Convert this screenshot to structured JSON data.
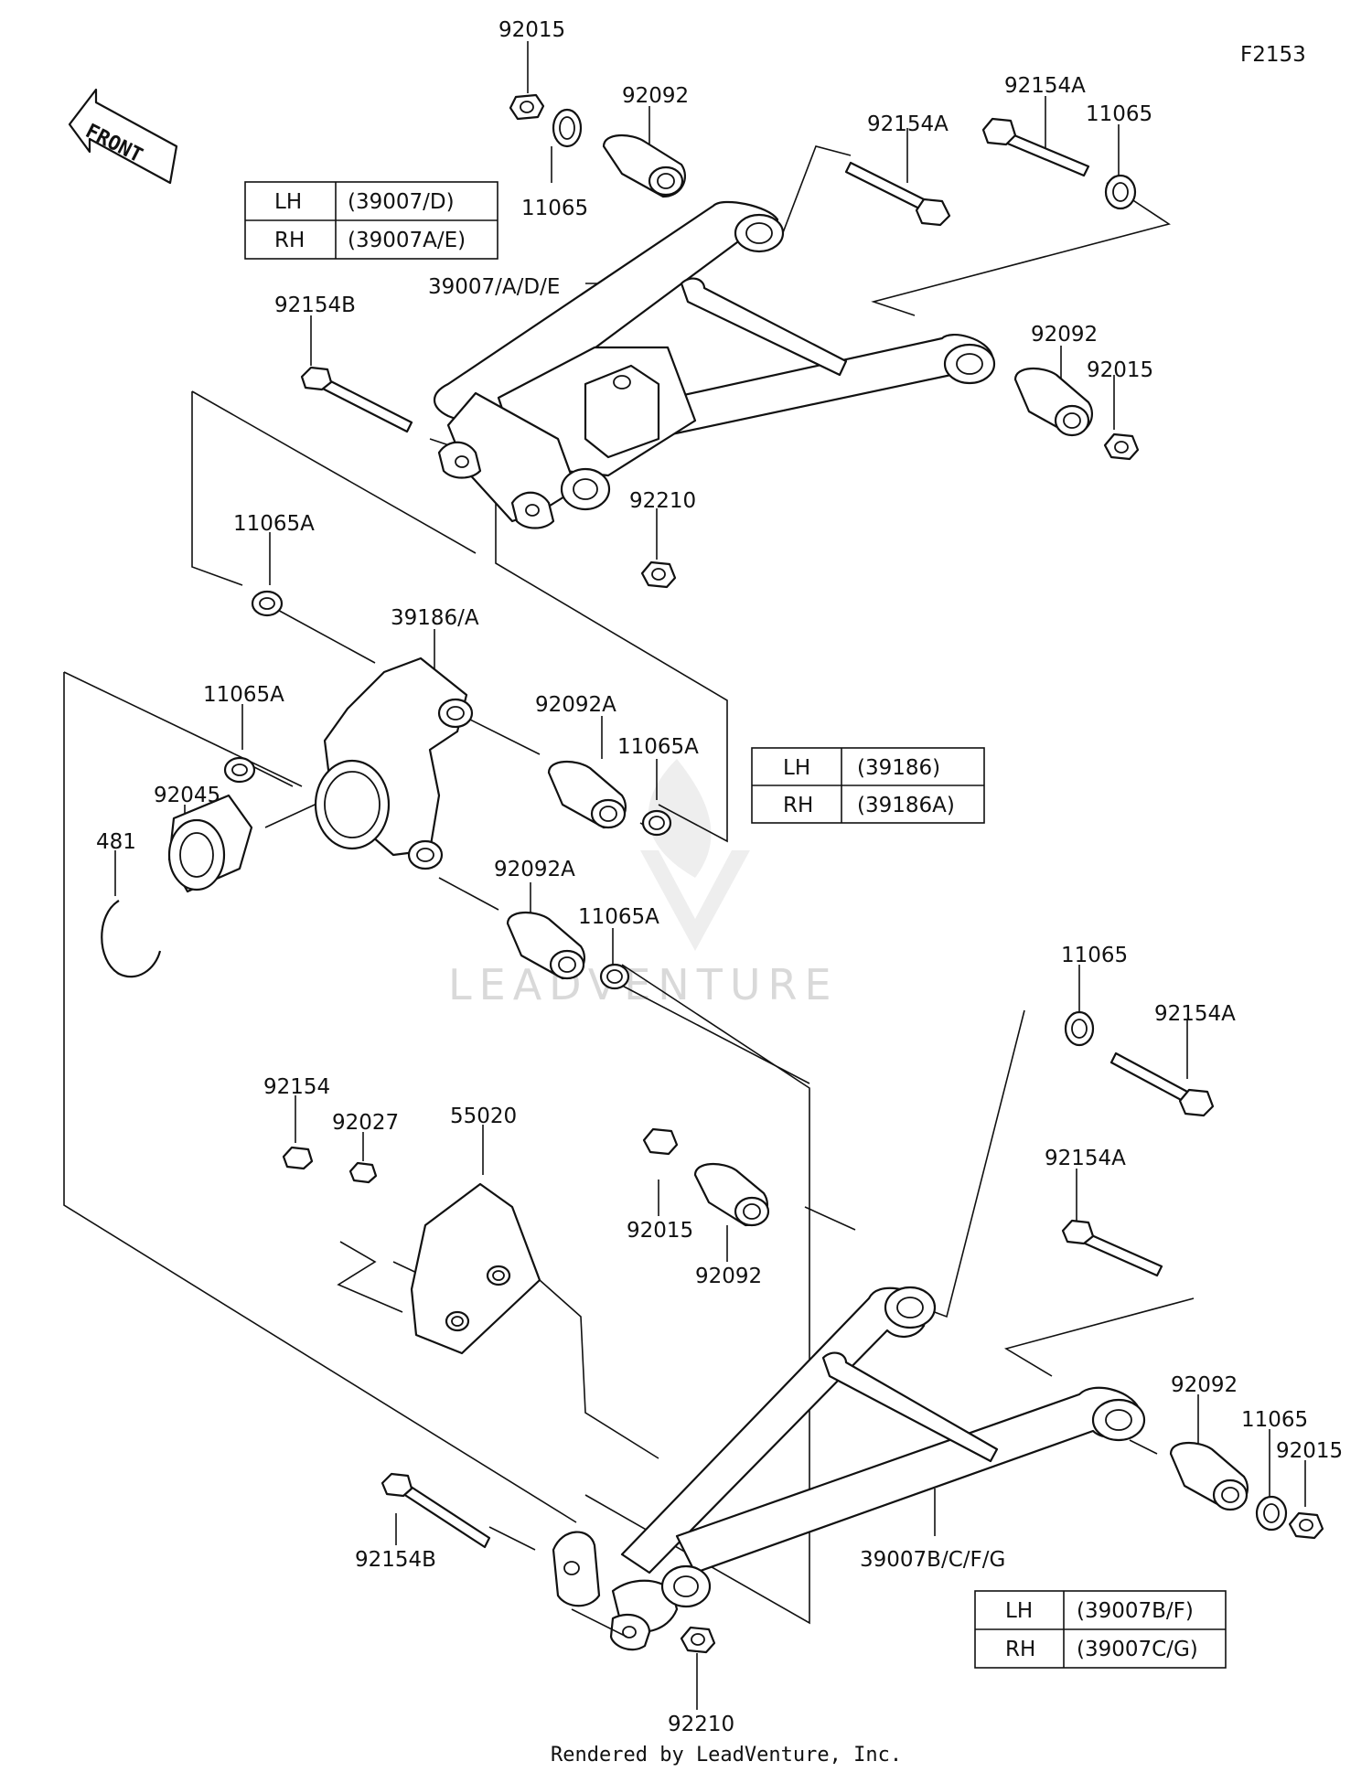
{
  "figure_code": "F2153",
  "front_arrow_label": "FRONT",
  "watermark": "LEADVENTURE",
  "footer": "Rendered by LeadVenture, Inc.",
  "tables": [
    {
      "rows": [
        {
          "side": "LH",
          "part": "(39007/D)"
        },
        {
          "side": "RH",
          "part": "(39007A/E)"
        }
      ]
    },
    {
      "rows": [
        {
          "side": "LH",
          "part": "(39186)"
        },
        {
          "side": "RH",
          "part": "(39186A)"
        }
      ]
    },
    {
      "rows": [
        {
          "side": "LH",
          "part": "(39007B/F)"
        },
        {
          "side": "RH",
          "part": "(39007C/G)"
        }
      ]
    }
  ],
  "labels": [
    "92015",
    "92092",
    "11065",
    "92154A",
    "92154A",
    "11065",
    "39007/A/D/E",
    "92154B",
    "92092",
    "92015",
    "92210",
    "11065A",
    "39186/A",
    "11065A",
    "92092A",
    "11065A",
    "92045",
    "481",
    "92092A",
    "11065A",
    "11065",
    "92154A",
    "92154",
    "92027",
    "55020",
    "92015",
    "92092",
    "92154A",
    "92092",
    "11065",
    "92015",
    "92154B",
    "39007B/C/F/G",
    "92210"
  ]
}
